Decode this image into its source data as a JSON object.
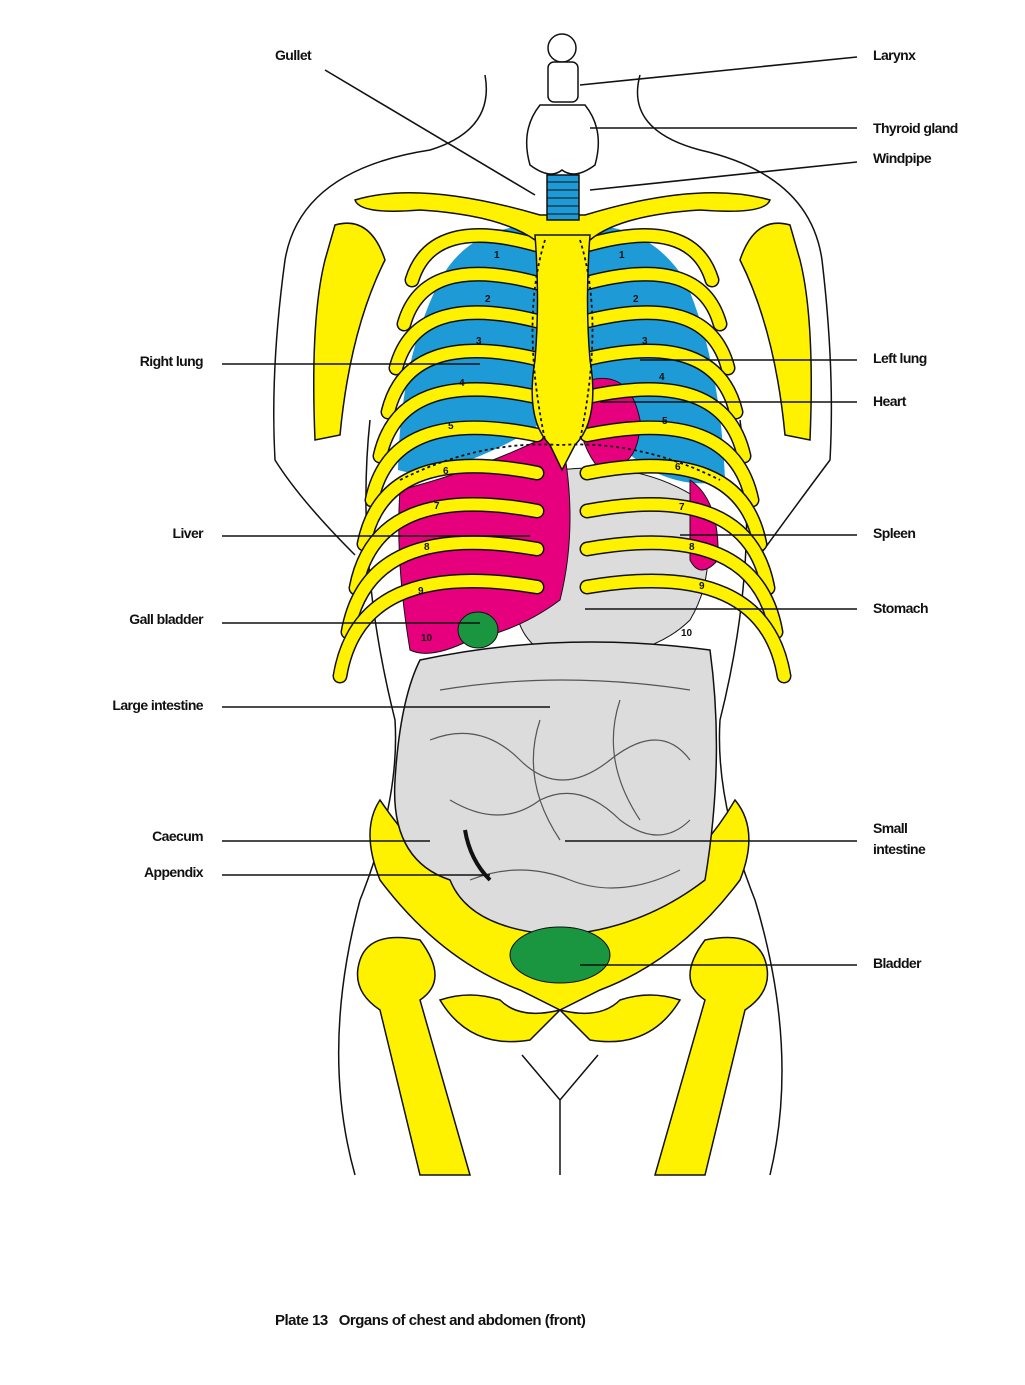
{
  "colors": {
    "bone": "#FFF200",
    "lung": "#1E9BD7",
    "liver": "#E6007E",
    "organ_gray": "#DCDCDC",
    "green": "#1A9641",
    "outline": "#111111"
  },
  "labels": {
    "gullet": "Gullet",
    "larynx": "Larynx",
    "thyroid": "Thyroid gland",
    "windpipe": "Windpipe",
    "right_lung": "Right lung",
    "left_lung": "Left lung",
    "heart": "Heart",
    "liver": "Liver",
    "spleen": "Spleen",
    "gall_bladder": "Gall bladder",
    "stomach": "Stomach",
    "large_intestine": "Large intestine",
    "caecum": "Caecum",
    "appendix": "Appendix",
    "small_intestine_1": "Small",
    "small_intestine_2": "intestine",
    "bladder": "Bladder"
  },
  "rib_numbers": [
    "1",
    "2",
    "3",
    "4",
    "5",
    "6",
    "7",
    "8",
    "9",
    "10"
  ],
  "caption": "Plate 13   Organs of chest and abdomen (front)"
}
